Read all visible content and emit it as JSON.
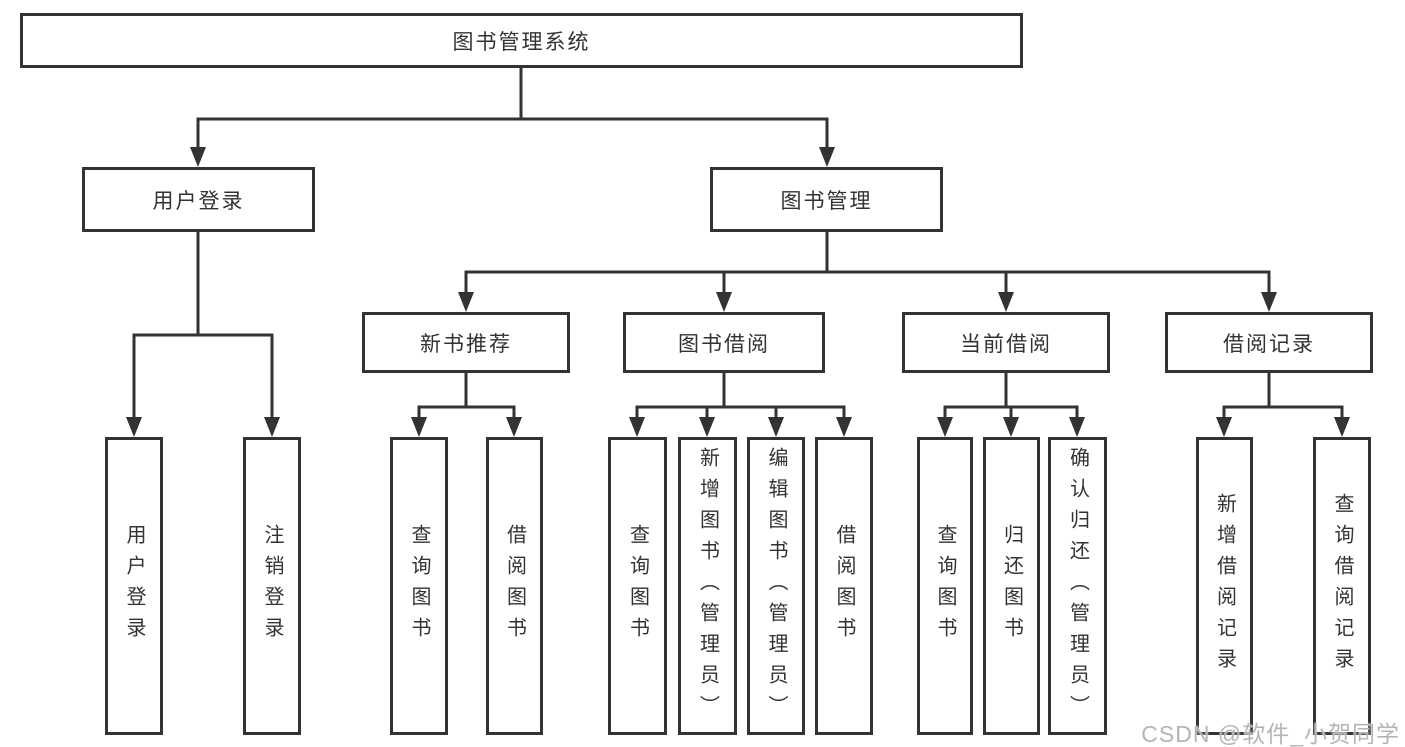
{
  "title": "图书管理系统",
  "watermark": "CSDN @软件_小贺同学",
  "colors": {
    "line": "#333333",
    "box_border": "#333333",
    "text": "#333333",
    "watermark": "#b5b5b5",
    "background": "#ffffff"
  },
  "branches": [
    {
      "label": "用户登录",
      "children": [
        {
          "label": "用户登录"
        },
        {
          "label": "注销登录"
        }
      ]
    },
    {
      "label": "图书管理",
      "children": [
        {
          "label": "新书推荐",
          "children": [
            {
              "label": "查询图书"
            },
            {
              "label": "借阅图书"
            }
          ]
        },
        {
          "label": "图书借阅",
          "children": [
            {
              "label": "查询图书"
            },
            {
              "label": "新增图书（管理员）"
            },
            {
              "label": "编辑图书（管理员）"
            },
            {
              "label": "借阅图书"
            }
          ]
        },
        {
          "label": "当前借阅",
          "children": [
            {
              "label": "查询图书"
            },
            {
              "label": "归还图书"
            },
            {
              "label": "确认归还（管理员）"
            }
          ]
        },
        {
          "label": "借阅记录",
          "children": [
            {
              "label": "新增借阅记录"
            },
            {
              "label": "查询借阅记录"
            }
          ]
        }
      ]
    }
  ]
}
